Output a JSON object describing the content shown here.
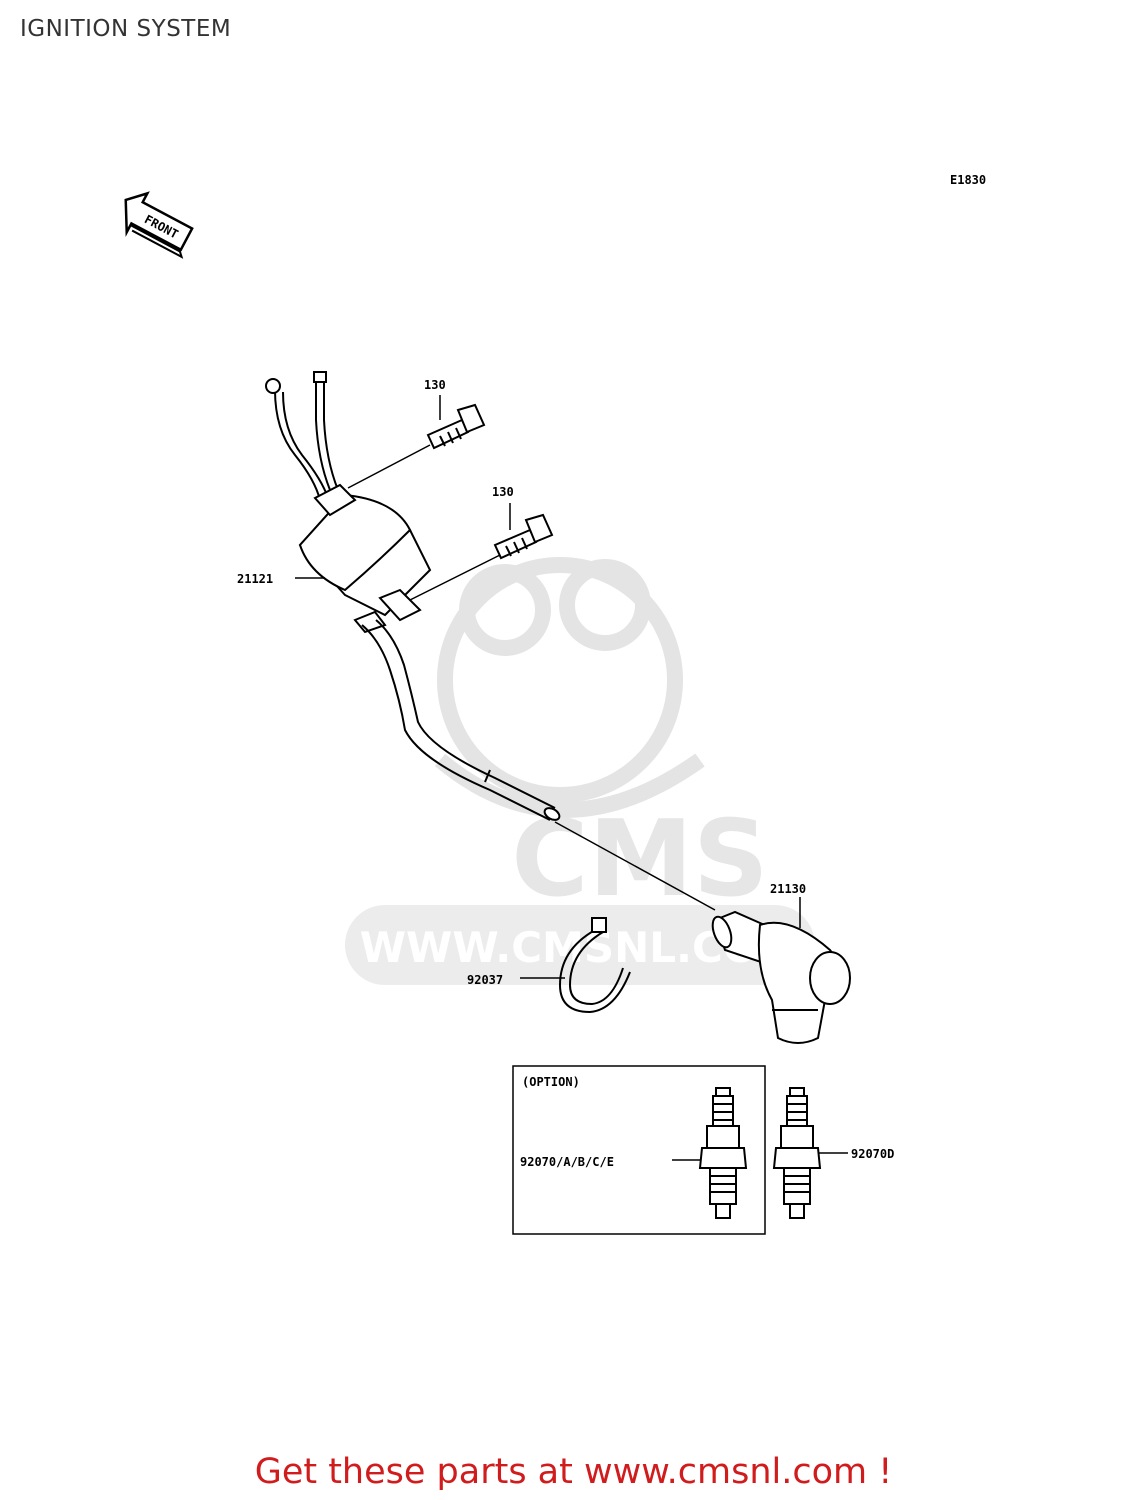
{
  "header": {
    "title": "IGNITION SYSTEM"
  },
  "diagram": {
    "code": "E1830",
    "front_label": "FRONT",
    "option_label": "(OPTION)",
    "parts": [
      {
        "number": "130"
      },
      {
        "number": "130"
      },
      {
        "number": "21121"
      },
      {
        "number": "21130"
      },
      {
        "number": "92037"
      },
      {
        "number": "92070/A/B/C/E"
      },
      {
        "number": "92070D"
      }
    ],
    "watermark_text": "CMS",
    "watermark_url": "WWW.CMSNL.COM"
  },
  "footer": {
    "text": "Get these parts at www.cmsnl.com !"
  },
  "colors": {
    "footer_text": "#d01c1c",
    "watermark": "#e6e6e6",
    "line_art": "#000000"
  }
}
